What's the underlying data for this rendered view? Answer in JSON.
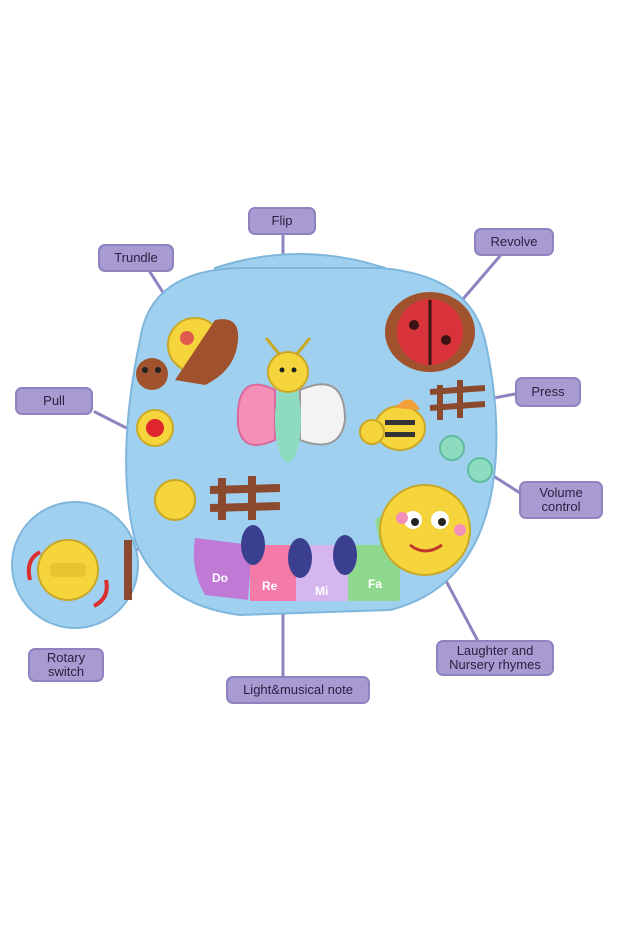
{
  "labels": {
    "flip": "Flip",
    "trundle": "Trundle",
    "revolve": "Revolve",
    "pull": "Pull",
    "press": "Press",
    "volume_control_line1": "Volume",
    "volume_control_line2": "control",
    "rotary_switch_line1": "Rotary",
    "rotary_switch_line2": "switch",
    "laughter_line1": "Laughter and",
    "laughter_line2": "Nursery rhymes",
    "light_musical_note": "Light&musical note"
  },
  "keys": {
    "do": "Do",
    "re": "Re",
    "mi": "Mi",
    "fa": "Fa"
  },
  "colors": {
    "label_fill": "#a79bd1",
    "label_border": "#8f82c0",
    "connector": "#8f82c0",
    "board": "#9fd0ef",
    "board_edge": "#7fb6dc"
  }
}
